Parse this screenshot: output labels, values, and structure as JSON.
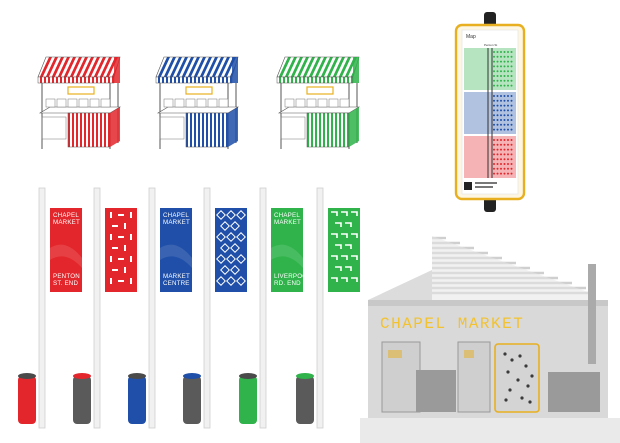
{
  "colors": {
    "red": "#e3262b",
    "blue": "#1f4fa8",
    "green": "#2fb34a",
    "gold": "#e8b020",
    "grey": "#9a9a9a",
    "light_grey": "#d9d9d9"
  },
  "stalls": [
    {
      "color_name": "red"
    },
    {
      "color_name": "blue"
    },
    {
      "color_name": "green"
    }
  ],
  "banners": [
    {
      "color_name": "red",
      "type": "text",
      "title_line1": "CHAPEL",
      "title_line2": "MARKET",
      "footer_line1": "PENTON",
      "footer_line2": "ST. END"
    },
    {
      "color_name": "red",
      "type": "pattern"
    },
    {
      "color_name": "blue",
      "type": "text",
      "title_line1": "CHAPEL",
      "title_line2": "MARKET",
      "footer_line1": "MARKET",
      "footer_line2": "CENTRE"
    },
    {
      "color_name": "blue",
      "type": "pattern"
    },
    {
      "color_name": "green",
      "type": "text",
      "title_line1": "CHAPEL",
      "title_line2": "MARKET",
      "footer_line1": "LIVERPOOL",
      "footer_line2": "RD. END"
    },
    {
      "color_name": "green",
      "type": "pattern"
    }
  ],
  "bollards": [
    {
      "body_color_name": "red",
      "cap": "grey"
    },
    {
      "body_color_name": "grey",
      "cap": "red"
    },
    {
      "body_color_name": "blue",
      "cap": "grey"
    },
    {
      "body_color_name": "grey",
      "cap": "blue"
    },
    {
      "body_color_name": "green",
      "cap": "grey"
    },
    {
      "body_color_name": "grey",
      "cap": "green"
    }
  ],
  "map_sign": {
    "title": "Map",
    "subtitle": "Penton St",
    "bands": [
      "green",
      "blue",
      "red"
    ]
  },
  "building": {
    "sign_text": "CHAPEL MARKET"
  }
}
